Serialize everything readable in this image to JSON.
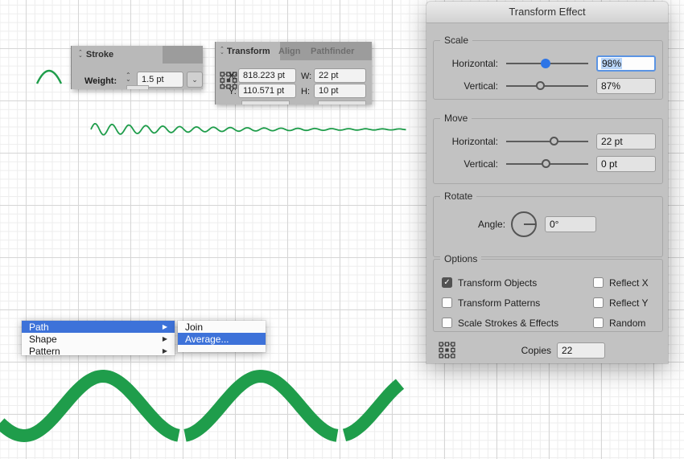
{
  "art": {
    "green": "#1f9d4b"
  },
  "colors": {
    "menu_highlight": "#3d72d9",
    "slider_active_knob": "#2e75e6"
  },
  "stroke_panel": {
    "tab_label": "Stroke",
    "weight_label": "Weight:",
    "weight_value": "1.5 pt"
  },
  "transform_panel": {
    "tab_label": "Transform",
    "tab_align": "Align",
    "tab_pathfinder": "Pathfinder",
    "x_label": "X:",
    "x_value": "818.223 pt",
    "w_label": "W:",
    "w_value": "22 pt",
    "y_label": "Y:",
    "y_value": "110.571 pt",
    "h_label": "H:",
    "h_value": "10 pt"
  },
  "context_menu": {
    "items": [
      {
        "label": "Path",
        "highlighted": true
      },
      {
        "label": "Shape",
        "highlighted": false
      },
      {
        "label": "Pattern",
        "highlighted": false
      }
    ],
    "submenu_items": [
      {
        "label": "Join",
        "highlighted": false
      },
      {
        "label": "Average...",
        "highlighted": true
      }
    ]
  },
  "dialog": {
    "title": "Transform Effect",
    "groups": {
      "scale": "Scale",
      "move": "Move",
      "rotate": "Rotate",
      "options": "Options"
    },
    "scale_rows": [
      {
        "label": "Horizontal:",
        "value": "98%",
        "pos": 47,
        "active": true,
        "selected": true
      },
      {
        "label": "Vertical:",
        "value": "87%",
        "pos": 41,
        "active": false,
        "selected": false
      }
    ],
    "move_rows": [
      {
        "label": "Horizontal:",
        "value": "22 pt",
        "pos": 58,
        "active": false,
        "selected": false
      },
      {
        "label": "Vertical:",
        "value": "0 pt",
        "pos": 48,
        "active": false,
        "selected": false
      }
    ],
    "rotate": {
      "angle_label": "Angle:",
      "angle_value": "0°"
    },
    "options_left": [
      {
        "label": "Transform Objects",
        "checked": true
      },
      {
        "label": "Transform Patterns",
        "checked": false
      },
      {
        "label": "Scale Strokes & Effects",
        "checked": false
      }
    ],
    "options_right": [
      {
        "label": "Reflect X",
        "checked": false
      },
      {
        "label": "Reflect Y",
        "checked": false
      },
      {
        "label": "Random",
        "checked": false
      }
    ],
    "copies_label": "Copies",
    "copies_value": "22"
  }
}
